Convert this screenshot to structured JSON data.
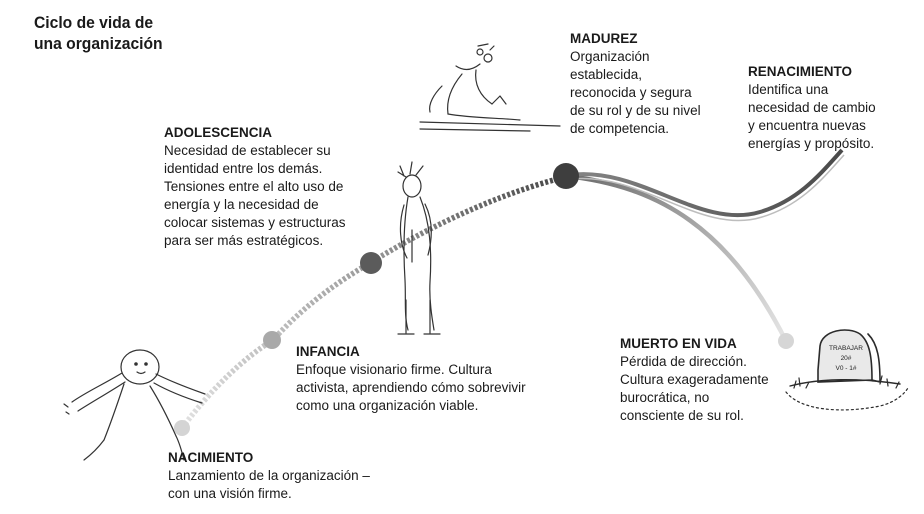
{
  "title": {
    "line1": "Ciclo de vida de",
    "line2": "una organización"
  },
  "stages": [
    {
      "id": "nacimiento",
      "heading": "NACIMIENTO",
      "lines": [
        "Lanzamiento de la organización –",
        "con una visión firme."
      ]
    },
    {
      "id": "infancia",
      "heading": "INFANCIA",
      "lines": [
        "Enfoque visionario firme. Cultura",
        "activista, aprendiendo cómo sobrevivir",
        "como una organización viable."
      ]
    },
    {
      "id": "adolescencia",
      "heading": "ADOLESCENCIA",
      "lines": [
        "Necesidad de establecer su",
        "identidad entre los demás.",
        "Tensiones entre el alto uso de",
        "energía y la necesidad de",
        "colocar sistemas y estructuras",
        "para ser más estratégicos."
      ]
    },
    {
      "id": "madurez",
      "heading": "MADUREZ",
      "lines": [
        "Organización",
        "establecida,",
        "reconocida y segura",
        "de su rol y de su nivel",
        "de competencia."
      ]
    },
    {
      "id": "renacimiento",
      "heading": "RENACIMIENTO",
      "lines": [
        "Identifica una",
        "necesidad de cambio",
        "y encuentra nuevas",
        "energías y propósito."
      ]
    },
    {
      "id": "muerto",
      "heading": "MUERTO EN VIDA",
      "lines": [
        "Pérdida de dirección.",
        "Cultura exageradamente",
        "burocrática, no",
        "consciente de su rol."
      ]
    }
  ],
  "tombstone": {
    "line1": "TRABAJAR",
    "line2": "20#",
    "line3": "V0 - 1#"
  },
  "colors": {
    "text": "#1a1a1a",
    "node_light": "#cfcfcf",
    "node_mid": "#a9a9a9",
    "node_dark": "#5b5b5b",
    "node_darkest": "#3e3e3e",
    "curve_dark": "#505050"
  }
}
